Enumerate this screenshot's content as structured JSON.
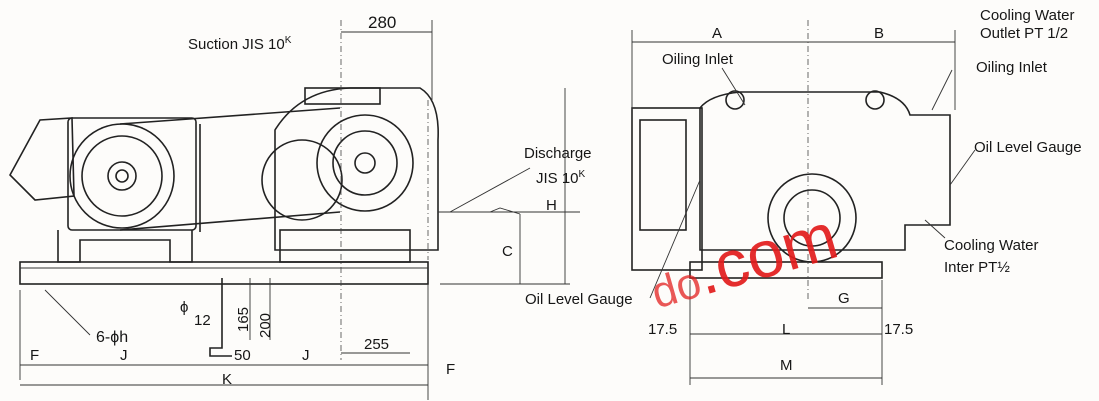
{
  "labels": {
    "suction": "Suction JIS 10",
    "suction_sup": "K",
    "discharge": "Discharge",
    "discharge_jis": "JIS 10",
    "discharge_sup": "K",
    "oiling_inlet_left": "Oiling Inlet",
    "oiling_inlet_right": "Oiling Inlet",
    "cooling_water_outlet_1": "Cooling Water",
    "cooling_water_outlet_2": "Outlet   PT 1/2",
    "oil_level_gauge_right": "Oil Level Gauge",
    "oil_level_gauge_left": "Oil Level Gauge",
    "cooling_water_inter_1": "Cooling Water",
    "cooling_water_inter_2": "Inter PT½"
  },
  "dimensions": {
    "d280": "280",
    "H": "H",
    "C": "C",
    "phi": "ϕ",
    "d12": "12",
    "d165": "165",
    "d200": "200",
    "bolt_holes": "6-ϕh",
    "F_left": "F",
    "J_left": "J",
    "d50": "50",
    "J_right": "J",
    "d255": "255",
    "F_right": "F",
    "K": "K",
    "A": "A",
    "B": "B",
    "G": "G",
    "d17_5_left": "17.5",
    "L": "L",
    "d17_5_right": "17.5",
    "M": "M"
  },
  "watermark": ".com",
  "watermark_partial": "do"
}
